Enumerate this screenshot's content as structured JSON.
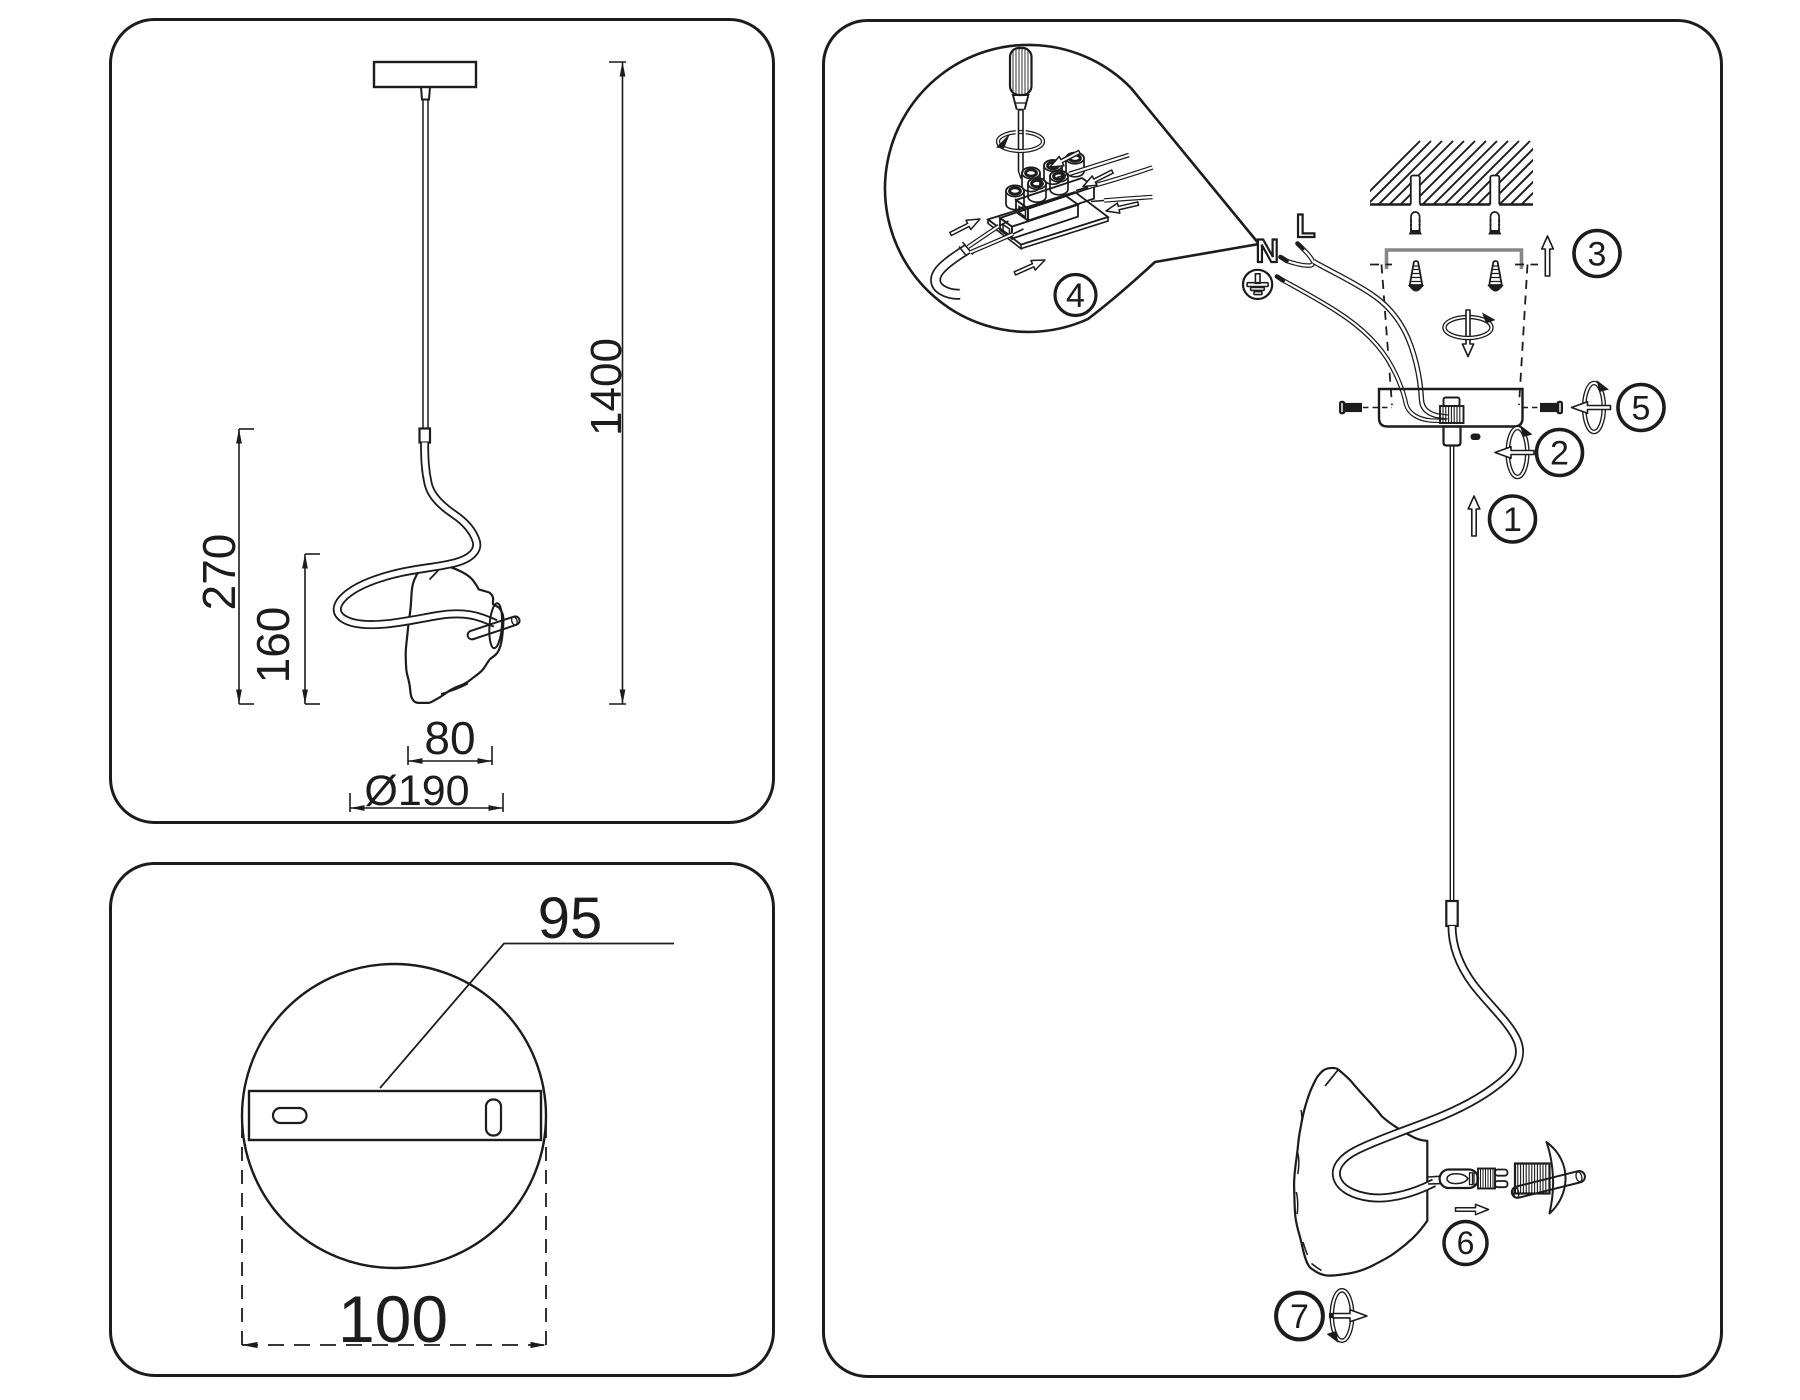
{
  "document": {
    "type": "pendant-lamp-installation-diagram",
    "background_color": "#ffffff",
    "line_color": "#1c1c1c",
    "bracket_color": "#878787"
  },
  "dimension_panel": {
    "overall_height": "1400",
    "fixture_height": "270",
    "shade_height": "160",
    "shade_top_width": "80",
    "shade_diameter": "Ø190"
  },
  "canopy_panel": {
    "plate_length": "95",
    "hole_spacing": "100"
  },
  "install_panel": {
    "wire_live": "L",
    "wire_neutral": "N",
    "steps": [
      "1",
      "2",
      "3",
      "4",
      "5",
      "6",
      "7"
    ]
  }
}
